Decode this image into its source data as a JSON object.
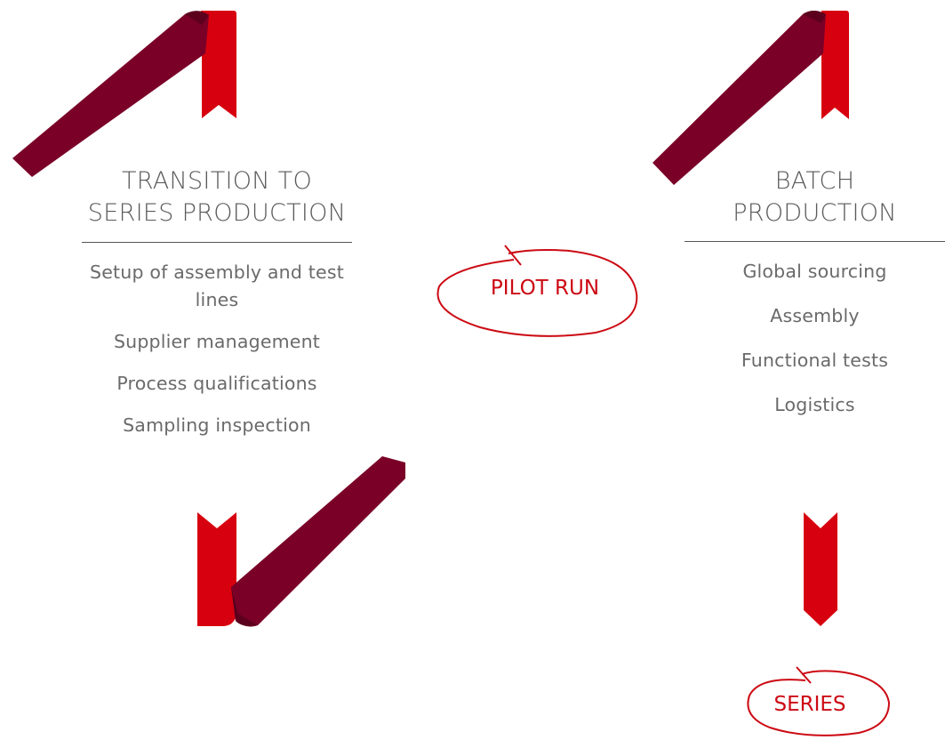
{
  "left_block": {
    "title_line1": "TRANSITION TO",
    "title_line2": "SERIES PRODUCTION",
    "items": [
      "Setup of assembly and test lines",
      "Supplier management",
      "Process qualifications",
      "Sampling inspection"
    ]
  },
  "right_block": {
    "title_line1": "BATCH",
    "title_line2": "PRODUCTION",
    "items": [
      "Global sourcing",
      "Assembly",
      "Functional tests",
      "Logistics"
    ]
  },
  "pilot_label": "PILOT RUN",
  "series_label": "SERIES",
  "colors": {
    "ribbon_red": "#d7000f",
    "ribbon_dark": "#7a0028",
    "oval_red": "#cc0a14",
    "text_grey": "#5a5a5a"
  }
}
